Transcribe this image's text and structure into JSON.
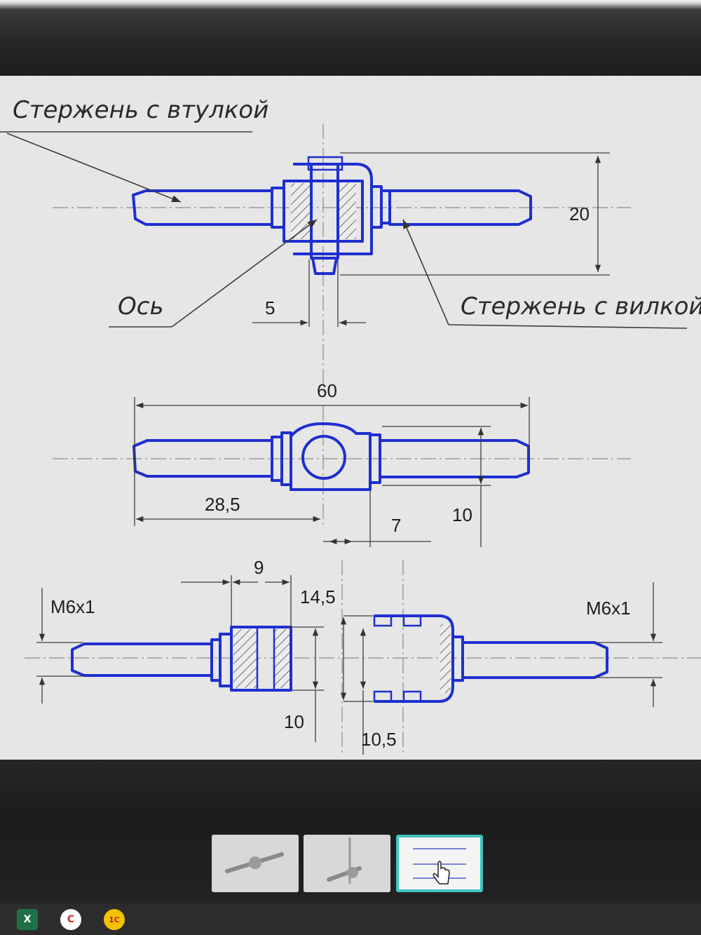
{
  "drawing": {
    "labels": {
      "rod_with_bushing": "Стержень с втулкой",
      "axle": "Ось",
      "rod_with_fork": "Стержень с вилкой"
    },
    "dimensions": {
      "top_height": "20",
      "top_pin_width": "5",
      "overall_length": "60",
      "left_length": "28,5",
      "eye_offset": "7",
      "eye_height": "10",
      "bushing_width": "9",
      "fork_height": "14,5",
      "thread_left": "M6x1",
      "thread_right": "M6x1",
      "bushing_height": "10",
      "fork_gap": "10,5"
    },
    "colors": {
      "part_outline": "#1d2fd0",
      "background": "#e6e6e6"
    }
  },
  "viewer": {
    "thumbnails": [
      {
        "icon": "assembly-3d-thumbnail",
        "active": false
      },
      {
        "icon": "assembly-exploded-thumbnail",
        "active": false
      },
      {
        "icon": "drawing-thumbnail",
        "active": true
      }
    ],
    "accent_color": "#3fc5c0"
  },
  "taskbar": {
    "apps": [
      {
        "icon": "excel-icon",
        "label": "X",
        "color": "#1e7145"
      },
      {
        "icon": "compass-icon",
        "label": "C",
        "color": "#c62828"
      },
      {
        "icon": "1c-icon",
        "label": "1С",
        "color": "#f2c200"
      }
    ]
  }
}
